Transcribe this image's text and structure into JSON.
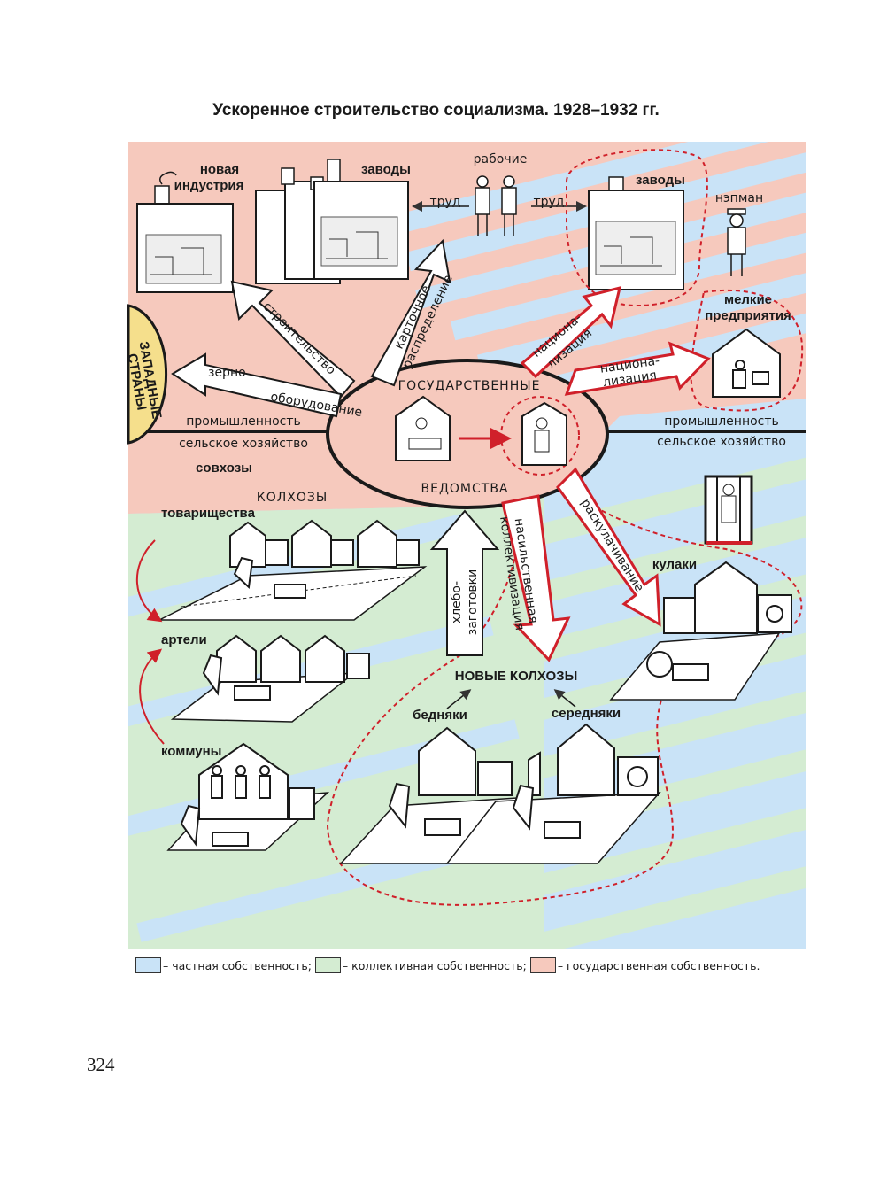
{
  "title": "Ускоренное строительство социализма. 1928–1932 гг.",
  "colors": {
    "private": "#c9e3f7",
    "collective": "#d4ecd2",
    "state": "#f6c9bd",
    "accent_red": "#d0202a",
    "west_yellow": "#f5df8c"
  },
  "labels": {
    "new_industry": [
      "новая",
      "индустрия"
    ],
    "factories_left": "заводы",
    "workers": "рабочие",
    "labor_left": "труд",
    "labor_right": "труд",
    "factories_right": "заводы",
    "nepman": "нэпман",
    "small_enterprises": [
      "мелкие",
      "предприятия"
    ],
    "western_countries": [
      "ЗАПАДНЫЕ",
      "СТРАНЫ"
    ],
    "state_agencies_top": "ГОСУДАРСТВЕННЫЕ",
    "state_agencies_bottom": "ВЕДОМСТВА",
    "industry_left": "промышленность",
    "agriculture_left": "сельское хозяйство",
    "industry_right": "промышленность",
    "agriculture_right": "сельское хозяйство",
    "sovkhozes": "совхозы",
    "kolkhozes": "КОЛХОЗЫ",
    "partnerships": "товарищества",
    "artels": "артели",
    "communes": "коммуны",
    "kulaks": "кулаки",
    "new_kolkhozes": "НОВЫЕ КОЛХОЗЫ",
    "poor_peasants": "бедняки",
    "middle_peasants": "середняки"
  },
  "arrows": {
    "construction": "строительство",
    "rationing": [
      "карточное",
      "распределение"
    ],
    "grain": "зерно",
    "equipment": "оборудование",
    "nationalization_upper": [
      "национа-",
      "лизация"
    ],
    "nationalization_lower": [
      "национа-",
      "лизация"
    ],
    "grain_procurement": [
      "хлебо-",
      "заготовки"
    ],
    "forced_collectivization": [
      "насильственная",
      "коллективизация"
    ],
    "dekulakization": "раскулачивание"
  },
  "legend": [
    {
      "swatch": "private",
      "text": "– частная собственность;"
    },
    {
      "swatch": "collective",
      "text": "– коллективная собственность;"
    },
    {
      "swatch": "state",
      "text": "– государственная собственность."
    }
  ],
  "page_number": "324"
}
